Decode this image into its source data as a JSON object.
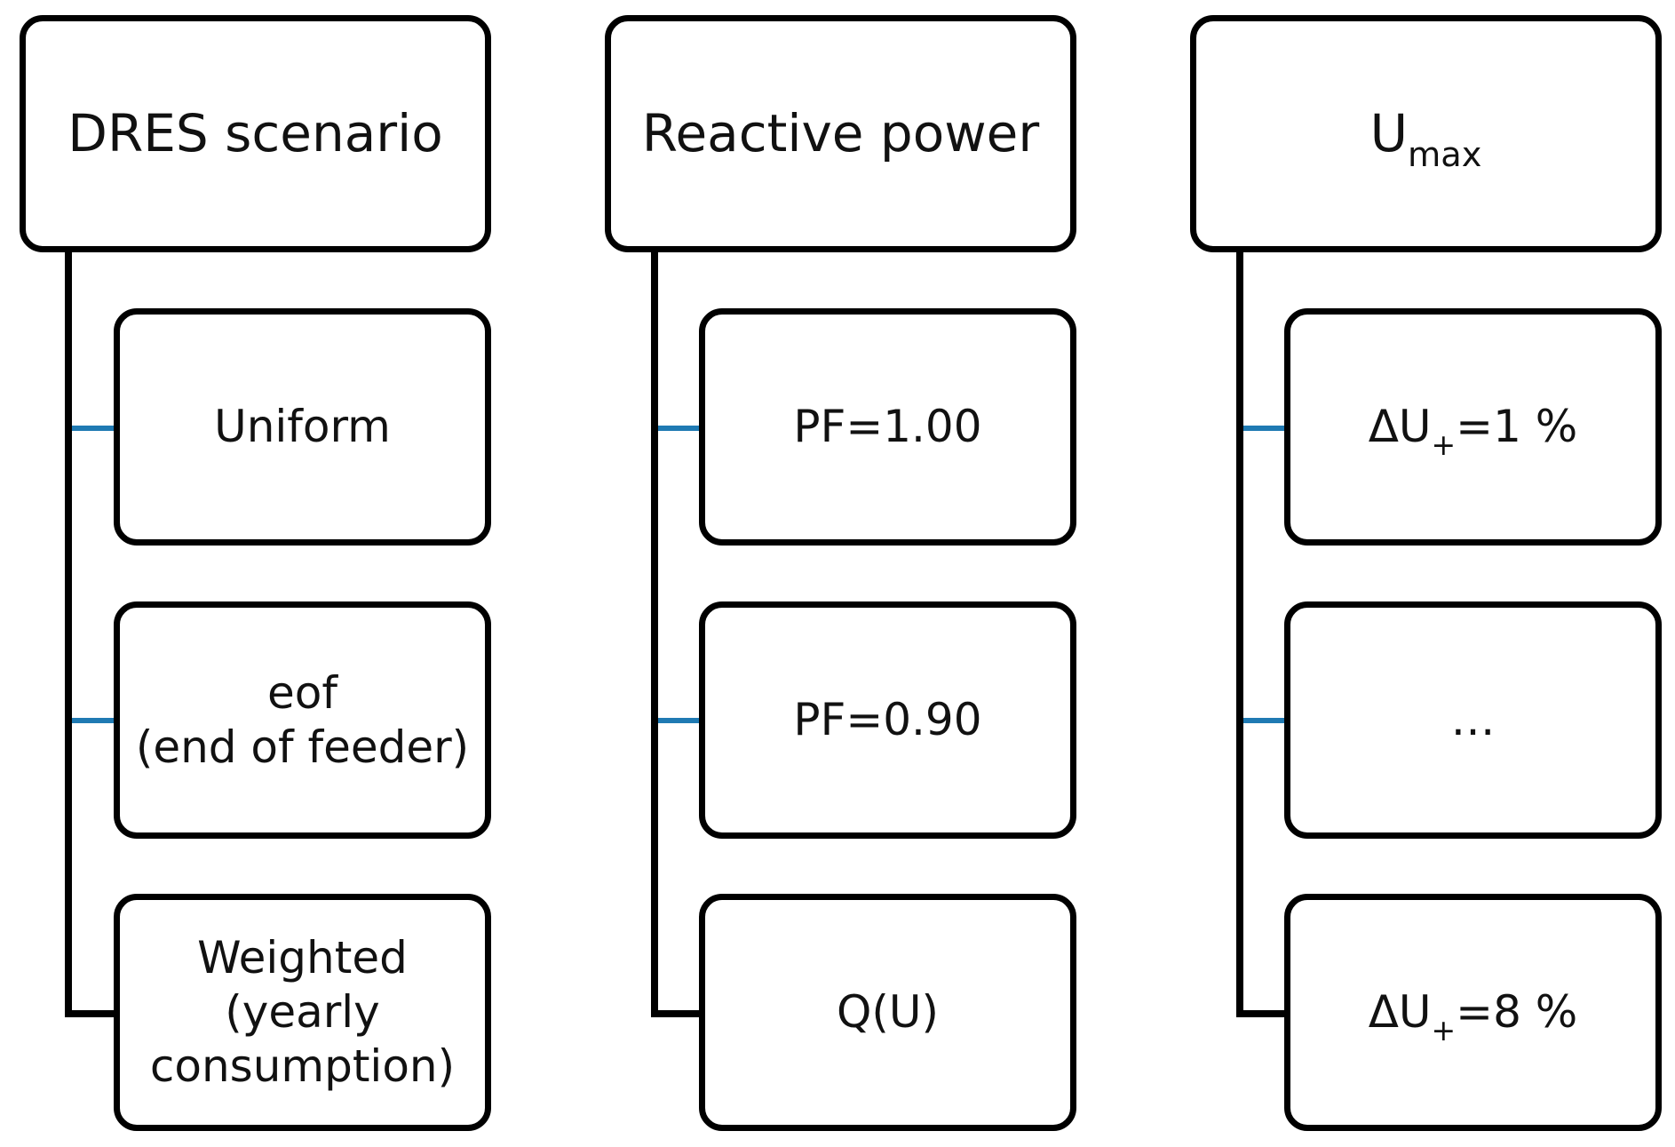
{
  "accent_color": "#1f7ab3",
  "border_color": "#000000",
  "columns": [
    {
      "header": "DRES scenario",
      "children": [
        {
          "lines": [
            "Uniform"
          ]
        },
        {
          "lines": [
            "eof",
            "(end of feeder)"
          ]
        },
        {
          "lines": [
            "Weighted",
            "(yearly",
            "consumption)"
          ]
        }
      ]
    },
    {
      "header": "Reactive power",
      "children": [
        {
          "lines": [
            "PF=1.00"
          ]
        },
        {
          "lines": [
            "PF=0.90"
          ]
        },
        {
          "lines": [
            "Q(U)"
          ]
        }
      ]
    },
    {
      "header_main": "U",
      "header_sub": "max",
      "children": [
        {
          "pre": "ΔU",
          "sub": "+",
          "post": "=1 %"
        },
        {
          "lines": [
            "…"
          ]
        },
        {
          "pre": "ΔU",
          "sub": "+",
          "post": "=8 %"
        }
      ]
    }
  ]
}
